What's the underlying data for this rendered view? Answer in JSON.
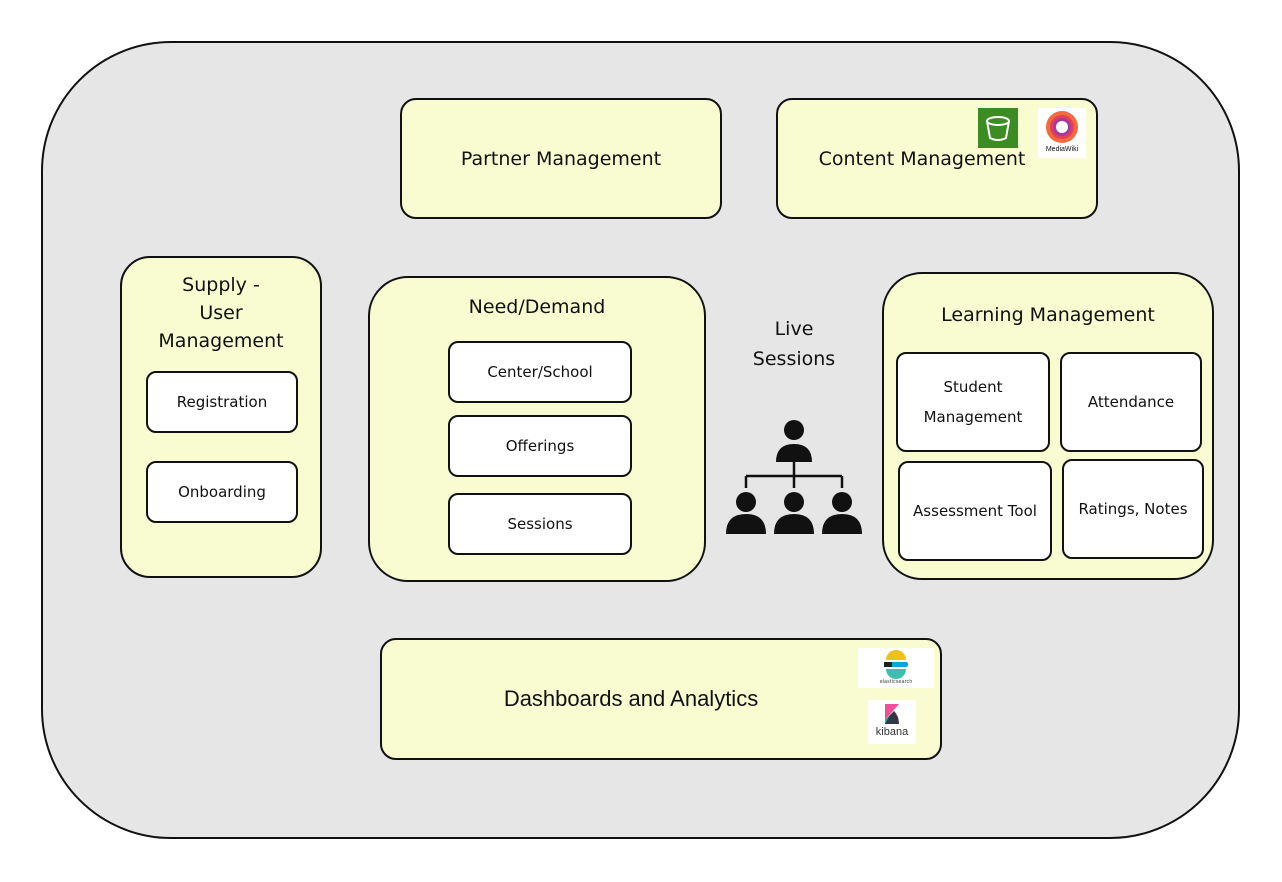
{
  "partner": {
    "title": "Partner Management"
  },
  "content": {
    "title": "Content Management",
    "mediawiki_logo_text": "MediaWiki"
  },
  "supply": {
    "title_line1": "Supply -",
    "title_line2": "User",
    "title_line3": "Management",
    "items": [
      "Registration",
      "Onboarding"
    ]
  },
  "need": {
    "title": "Need/Demand",
    "items": [
      "Center/School",
      "Offerings",
      "Sessions"
    ]
  },
  "live": {
    "line1": "Live",
    "line2": "Sessions"
  },
  "learning": {
    "title": "Learning Management",
    "student_line1": "Student",
    "student_line2": "Management",
    "attendance": "Attendance",
    "assessment": "Assessment Tool",
    "ratings": "Ratings, Notes"
  },
  "dashboards": {
    "title": "Dashboards and Analytics",
    "elastic_logo_text": "elasticsearch",
    "kibana_logo_text": "kibana"
  },
  "colors": {
    "box_fill": "#f8fcd0",
    "outer_fill": "#e6e6e6",
    "s3_green": "#3b8c22"
  }
}
